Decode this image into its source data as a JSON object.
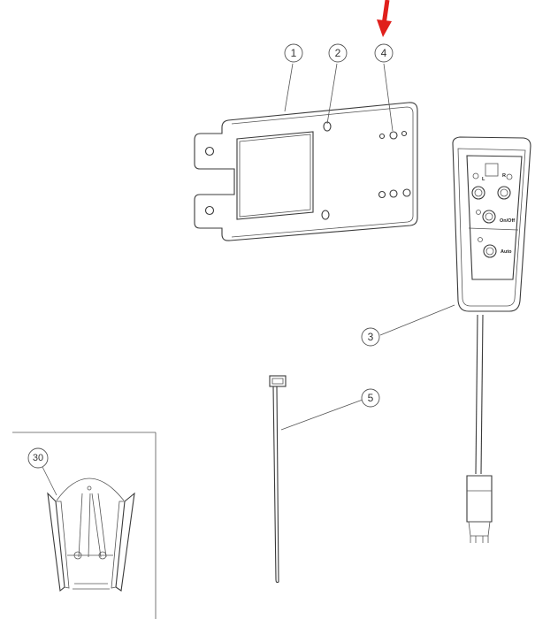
{
  "callouts": {
    "c1": "1",
    "c2": "2",
    "c3": "3",
    "c4": "4",
    "c5": "5",
    "c30": "30"
  },
  "panel": {
    "label_l": "L",
    "label_r": "R",
    "label_onoff": "On/Off",
    "label_auto": "Auto"
  },
  "colors": {
    "arrow": "#e0201c",
    "line": "#3a3a3a"
  }
}
